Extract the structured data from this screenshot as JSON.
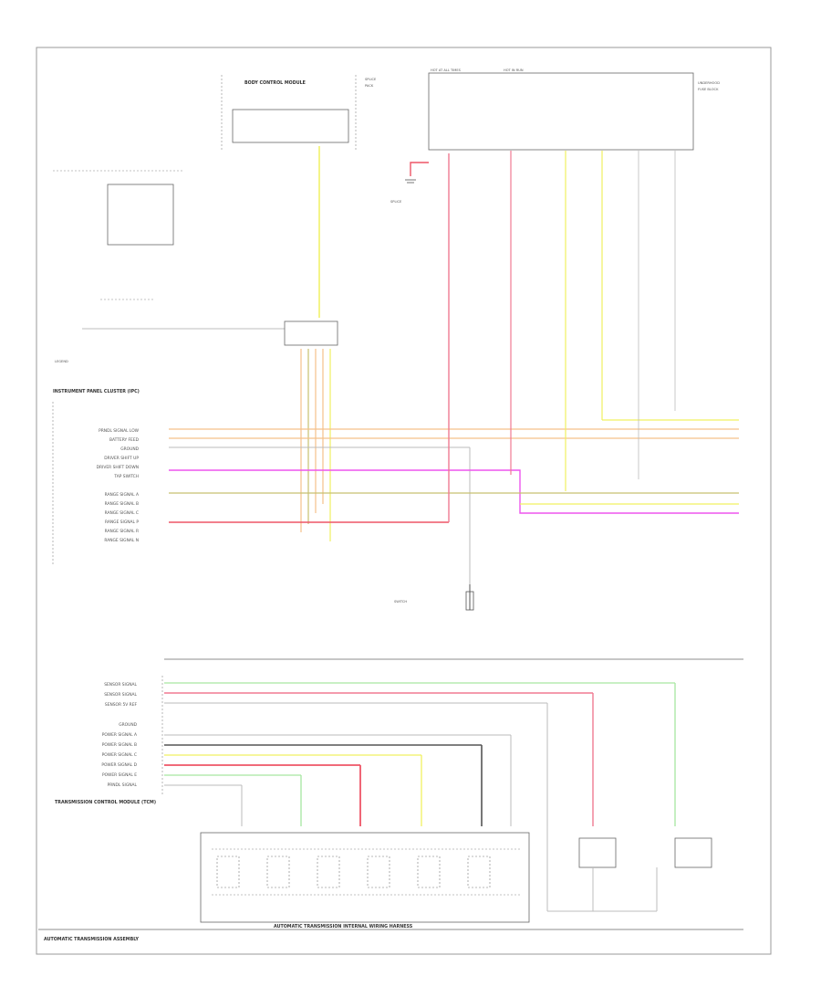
{
  "modules": {
    "body_control": "BODY CONTROL MODULE",
    "ipc": "INSTRUMENT PANEL CLUSTER (IPC)",
    "tcm": "TRANSMISSION CONTROL MODULE (TCM)",
    "trans_assembly": "AUTOMATIC TRANSMISSION ASSEMBLY",
    "harness": "AUTOMATIC TRANSMISSION INTERNAL WIRING HARNESS"
  },
  "ipc_pin_labels": [
    "PRNDL SIGNAL LOW",
    "BATTERY FEED",
    "GROUND",
    "DRIVER SHIFT UP",
    "DRIVER SHIFT DOWN",
    "TAP SWITCH",
    "",
    "RANGE SIGNAL A",
    "RANGE SIGNAL B",
    "RANGE SIGNAL C",
    "RANGE SIGNAL P",
    "RANGE SIGNAL R",
    "RANGE SIGNAL N"
  ],
  "tcm_pin_labels": [
    "SENSOR SIGNAL",
    "SENSOR SIGNAL",
    "SENSOR 5V REF",
    "",
    "GROUND",
    "POWER SIGNAL A",
    "POWER SIGNAL B",
    "POWER SIGNAL C",
    "POWER SIGNAL D",
    "POWER SIGNAL E",
    "PRNDL SIGNAL"
  ],
  "wire_colors": {
    "yellow": "#f0f060",
    "pink": "#f07a92",
    "red": "#ee5566",
    "orange": "#f5c08a",
    "magenta": "#ee55ee",
    "olive": "#c8c070",
    "green": "#a6e6a0",
    "gray": "#bbbbbb",
    "dark": "#555555"
  },
  "icon_names": [
    "ground-symbol-icon",
    "switch-icon",
    "fuse-icon"
  ]
}
